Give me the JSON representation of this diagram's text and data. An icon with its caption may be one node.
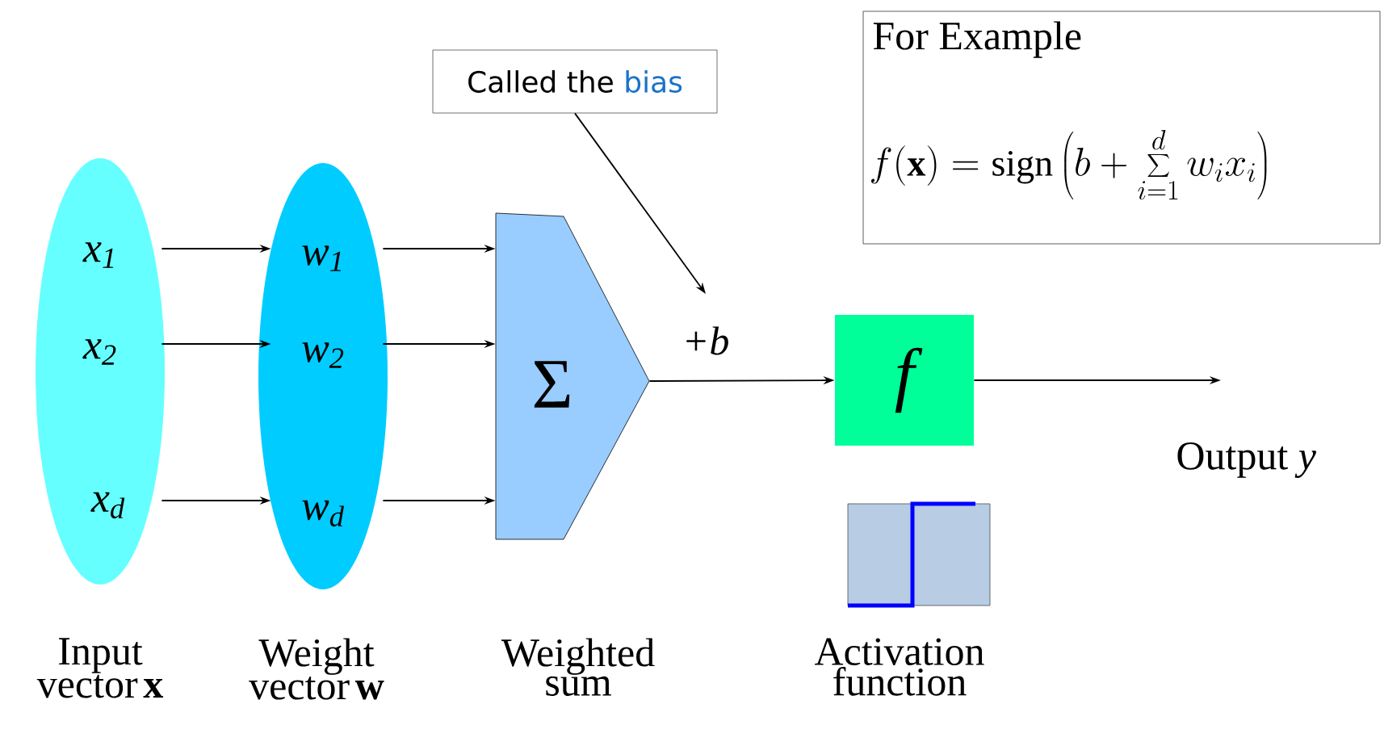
{
  "diagram": {
    "nodes": [
      {
        "text": [
          "x$_{1}$",
          "x$_{2}$",
          "x$_{d}$"
        ],
        "beside": [
          "Input vector **x**"
        ]
      },
      {
        "text": [
          "w$_{1}$",
          "w$_{2}$",
          "w$_{d}$"
        ],
        "beside": [
          "Weight vector **w**"
        ]
      },
      {
        "text": [
          "Σ"
        ],
        "beside": [
          "Weighted sum"
        ]
      },
      {
        "text": [
          "f"
        ]
      },
      {
        "text": [
          "Called the",
          "bias"
        ]
      },
      {
        "text": [
          "For Example",
          "\\displaystyle f(\\mathbf{x}) = \\mathrm{sign}\\left(b+\\sum_{i=1}^{d} w_i x_i\\right)"
        ]
      },
      {
        "text": [
          "Output *y*"
        ]
      }
    ],
    "edges": [
      {
        "from": 0,
        "to": 1,
        "arrow": "to"
      },
      {
        "from": 0,
        "to": 1,
        "arrow": "to"
      },
      {
        "from": 0,
        "to": 1,
        "arrow": "to"
      },
      {
        "from": 1,
        "to": 2,
        "arrow": "to"
      },
      {
        "from": 1,
        "to": 2,
        "arrow": "to"
      },
      {
        "from": 1,
        "to": 2,
        "arrow": "to"
      },
      {
        "from": 2,
        "to": 3,
        "arrow": "to",
        "label": "+b"
      },
      {
        "from": 3,
        "to": 6,
        "arrow": "to"
      },
      {
        "from": 4,
        "to": null,
        "arrow": "to"
      }
    ],
    "labels": [
      "Activation function"
    ]
  }
}
